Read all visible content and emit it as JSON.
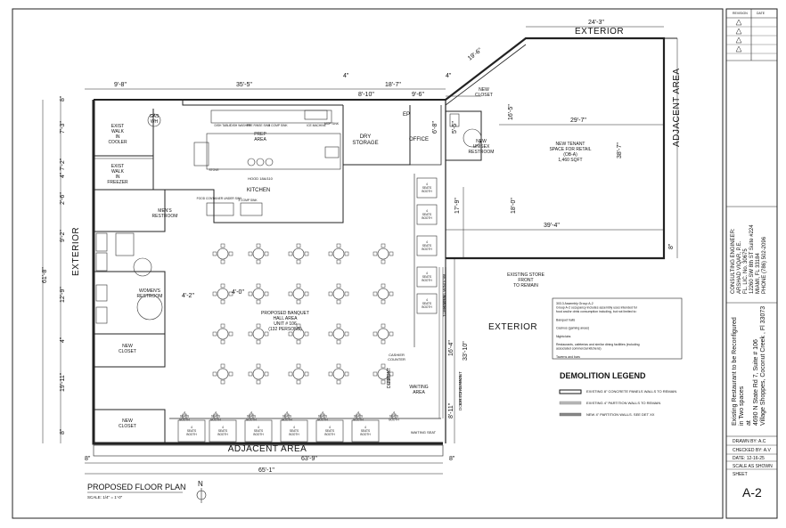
{
  "title_block": {
    "revision_header": "REVISION",
    "date_header": "DATE",
    "engineer_lines": [
      "CONSULTING ENGINEER:",
      "ARSHAD VIQAR, P.E.",
      "FL. LIC. No. 30675",
      "12260 SW 8th ST Suite #224",
      "MIAMI, FL 33184",
      "PHONE (786) 502-2096"
    ],
    "project_lines": [
      "Existing Restaurant to be Reconfigured",
      "in Two spaces",
      "at",
      "4690 N State Rd 7, Suite # 106",
      "Village Shoppes, Coconut Creek , Fl 33073"
    ],
    "drawn_by": "DRAWN BY: A.C",
    "checked_by": "CHECKED BY: A.V",
    "date": "DATE:  12-16-25",
    "scale": "SCALE AS SHOWN",
    "sheet_label": "SHEET",
    "sheet_number": "A-2"
  },
  "plan": {
    "title": "PROPOSED FLOOR PLAN",
    "scale": "SCALE: 1/4\" = 1'-0\"",
    "north": "N",
    "exterior_labels": [
      "EXTERIOR",
      "EXTERIOR",
      "EXTERIOR"
    ],
    "adjacent_area": "ADJACENT AREA",
    "adjacent_area_right": "ADJACENT AREA",
    "dims": {
      "top_24_3": "24'-3\"",
      "d_19_6": "19'-6\"",
      "d_4_a": "4\"",
      "d_4_b": "4\"",
      "d_18_7": "18'-7\"",
      "d_9_8": "9'-8\"",
      "d_35_5": "35'-5\"",
      "d_8_10": "8'-10\"",
      "d_9_6": "9'-6\"",
      "d_8a": "8\"",
      "d_7_3": "7'-3\"",
      "d_4_7_2": "4\"  7'-2\"",
      "d_2_6": "2'-6\"",
      "d_9_2": "9'-2\"",
      "d_61_8": "61'-8\"",
      "d_12_9": "12'-9\"",
      "d_4c": "4\"",
      "d_19_11": "19'-11\"",
      "d_8b": "8\"",
      "d_16_5": "16'-5\"",
      "d_29_7": "29'-7\"",
      "d_38_7": "38'-7\"",
      "d_17_9": "17'-9\"",
      "d_18_0": "18'-0\"",
      "d_39_4": "39'-4\"",
      "d_8c": "8\"",
      "d_6_8": "6'-8\"",
      "d_5_5": "5'-5\"",
      "d_4_2": "4'-2\"",
      "d_4_0": "4'-0\"",
      "d_16_4": "16'-4\"",
      "d_33_10": "33'-10\"",
      "d_8_11": "8'-11\"",
      "d_63_9": "63'-9\"",
      "d_65_1": "65'-1\"",
      "d_8d": "8\"",
      "d_8e": "8\""
    },
    "rooms": {
      "walk_cooler": [
        "EXIST",
        "WALK",
        "IN",
        "COOLER"
      ],
      "walk_freezer": [
        "EXIST",
        "WALK",
        "IN",
        "FREEZER"
      ],
      "gas_wh": [
        "GAS",
        "WH"
      ],
      "prep_area": [
        "PREP",
        "AREA"
      ],
      "kitchen": "KITCHEN",
      "hood": "HOOD 18A/110",
      "dry_storage": [
        "DRY",
        "STORAGE"
      ],
      "office": "OFFICE",
      "ep": "EP",
      "new_closet_top": [
        "NEW",
        "CLOSET"
      ],
      "new_unisex": [
        "NEW",
        "UNISEX",
        "RESTROOM"
      ],
      "new_tenant": [
        "NEW TENANT",
        "SPACE FOR RETAIL",
        "(OB-A)",
        "1,460 SQFT"
      ],
      "mens": [
        "MEN'S",
        "RESTROOM"
      ],
      "womens": [
        "WOMEN'S",
        "RESTROOM"
      ],
      "new_closet_mid": [
        "NEW",
        "CLOSET"
      ],
      "new_closet_bot": [
        "NEW",
        "CLOSET"
      ],
      "banquet": [
        "PROPOSED BANQUET",
        "HALL AREA",
        "UNIT # 106",
        "(132 PERSONS)"
      ],
      "front_desk": [
        "FRONT",
        "DESK"
      ],
      "waiting_area": [
        "WAITING",
        "AREA"
      ],
      "cashier": [
        "CASHIER",
        "COUNTER"
      ],
      "existing_store_front": [
        "EXISTING STORE",
        "FRONT",
        "TO REMAIN"
      ],
      "existing_window": [
        "EXISTING WINDOW",
        "TO REMAIN"
      ],
      "existing_door": [
        "EXISTING FRONT",
        "DOOR TO REMAIN"
      ],
      "waiting_seat": "WAITING SEAT",
      "booth": [
        "4",
        "SEATS",
        "BOOTH"
      ],
      "equip_labels": [
        "DISH TABLE",
        "DISH WASHER",
        "PRE RINSE SINK",
        "3 COMP SINK",
        "ICE MACHINE",
        "MOP SINK",
        "STOVE",
        "3 COMP SINK",
        "FOOD CONTAINER UNDER SINK"
      ]
    },
    "occupancy_note": [
      "303.3 Assembly Group A-2",
      "Group A-2 occupancy includes assembly uses intended for",
      "food and/or drink consumption including, but not limited to:",
      "",
      "Banquet halls",
      "",
      "Casinos (gaming areas)",
      "",
      "Nightclubs",
      "",
      "Restaurants, cafeterias and similar dining facilities (including",
      "associated commercial kitchens)",
      "",
      "Taverns and bars"
    ],
    "legend": {
      "title": "DEMOLITION LEGEND",
      "items": [
        "EXISTING 8\" CONCRETE PANELS WALLS TO REMAIN",
        "EXISTING 4\" PARTITION WALLS TO REMAIN",
        "NEW 4\" PARTITION WALLS. SEE DET XX"
      ]
    }
  }
}
